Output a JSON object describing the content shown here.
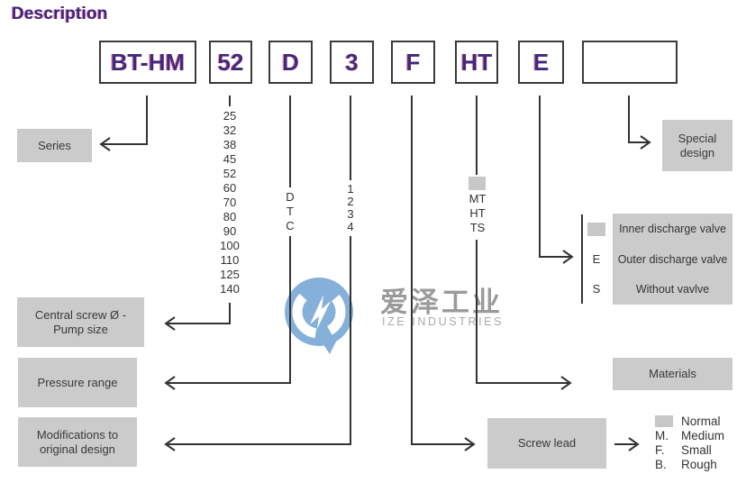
{
  "title": "Description",
  "colors": {
    "accent_purple": "#45277c",
    "label_gray": "#cbcbcb",
    "line": "#333333",
    "watermark_blue": "#85b0d9"
  },
  "code_boxes": [
    "BT-HM",
    "52",
    "D",
    "3",
    "F",
    "HT",
    "E",
    ""
  ],
  "pump_sizes": [
    "25",
    "32",
    "38",
    "45",
    "52",
    "60",
    "70",
    "80",
    "90",
    "100",
    "110",
    "125",
    "140"
  ],
  "pressure_range_options": [
    "D",
    "T",
    "C"
  ],
  "modification_options": [
    "1",
    "2",
    "3",
    "4"
  ],
  "material_options": [
    "MT",
    "HT",
    "TS"
  ],
  "labels": {
    "series": "Series",
    "central_screw": "Central screw Ø - Pump size",
    "pressure_range": "Pressure range",
    "modifications": "Modifications to original design",
    "special_design": "Special design",
    "materials": "Materials",
    "screw_lead": "Screw lead"
  },
  "valve_options": [
    {
      "key": "",
      "label": "Inner discharge valve"
    },
    {
      "key": "E",
      "label": "Outer discharge valve"
    },
    {
      "key": "S",
      "label": "Without vavlve"
    }
  ],
  "screw_lead_options": [
    {
      "key": "",
      "label": "Normal"
    },
    {
      "key": "M.",
      "label": "Medium"
    },
    {
      "key": "F.",
      "label": "Small"
    },
    {
      "key": "B.",
      "label": "Rough"
    }
  ],
  "watermark": {
    "cn": "爱泽工业",
    "en": "IZE INDUSTRIES"
  }
}
